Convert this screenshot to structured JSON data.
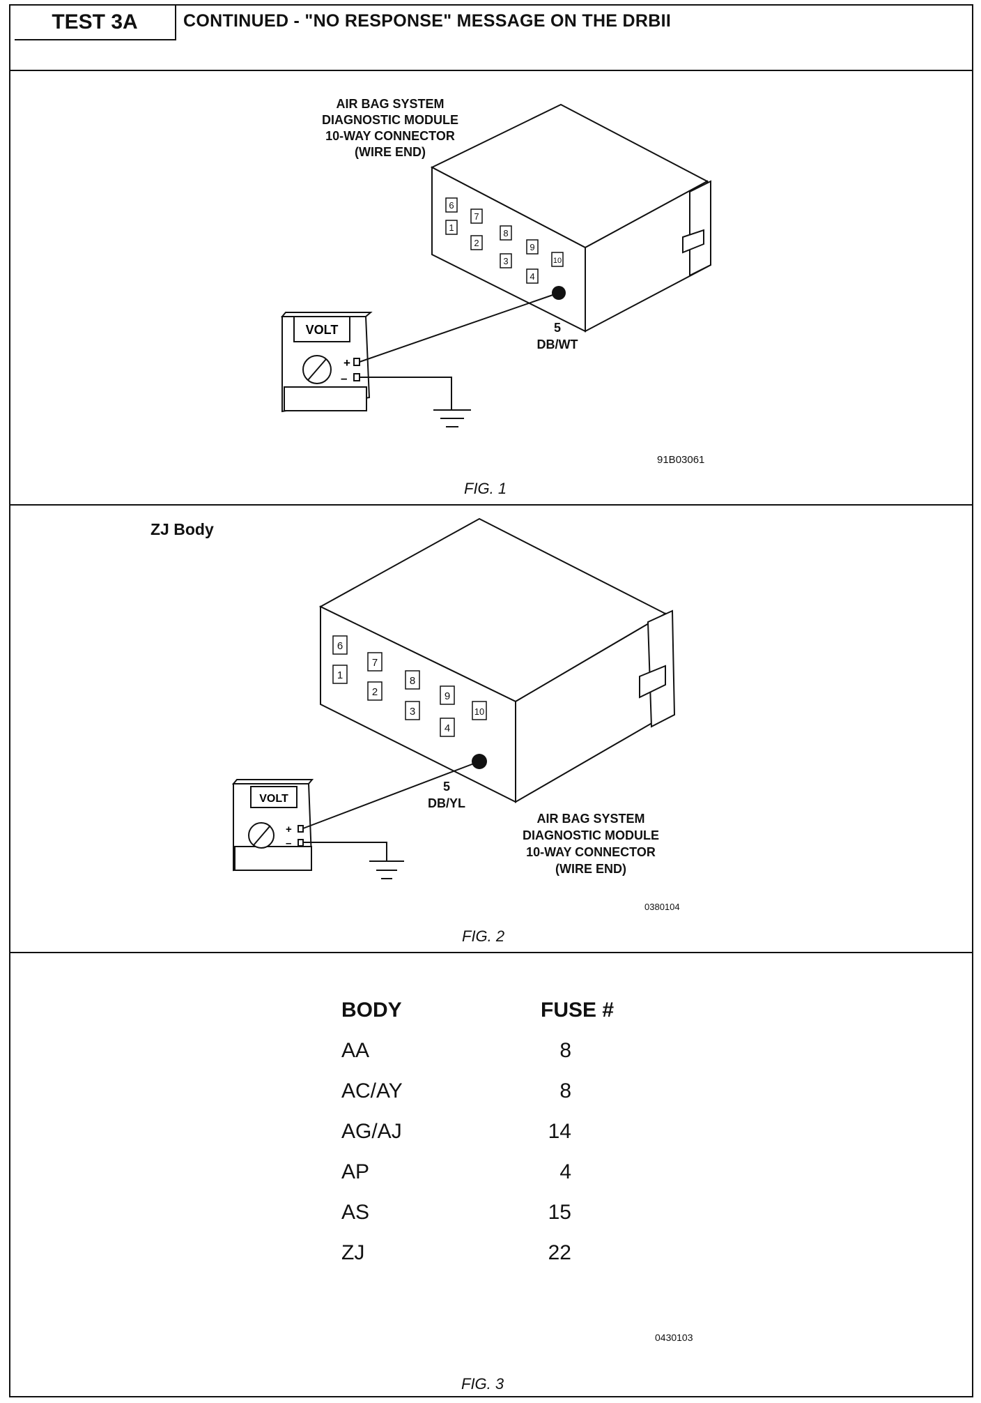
{
  "header": {
    "test_label": "TEST 3A",
    "title": "CONTINUED - \"NO RESPONSE\" MESSAGE ON THE DRBII"
  },
  "fig1": {
    "connector_label": [
      "AIR BAG SYSTEM",
      "DIAGNOSTIC MODULE",
      "10-WAY CONNECTOR",
      "(WIRE END)"
    ],
    "meter_label": "VOLT",
    "pin_labels": [
      "6",
      "7",
      "8",
      "9",
      "10",
      "1",
      "2",
      "3",
      "4"
    ],
    "probe_pin": "5",
    "wire_color": "DB/WT",
    "plus": "+",
    "minus": "–",
    "drawing_code": "91B03061",
    "caption": "FIG. 1"
  },
  "fig2": {
    "body_title": "ZJ Body",
    "connector_label": [
      "AIR BAG SYSTEM",
      "DIAGNOSTIC MODULE",
      "10-WAY CONNECTOR",
      "(WIRE END)"
    ],
    "meter_label": "VOLT",
    "pin_labels": [
      "6",
      "7",
      "8",
      "9",
      "10",
      "1",
      "2",
      "3",
      "4"
    ],
    "probe_pin": "5",
    "wire_color": "DB/YL",
    "plus": "+",
    "minus": "–",
    "drawing_code": "0380104",
    "caption": "FIG. 2"
  },
  "fig3": {
    "col_body": "BODY",
    "col_fuse": "FUSE #",
    "rows": [
      {
        "body": "AA",
        "fuse": "8"
      },
      {
        "body": "AC/AY",
        "fuse": "8"
      },
      {
        "body": "AG/AJ",
        "fuse": "14"
      },
      {
        "body": "AP",
        "fuse": "4"
      },
      {
        "body": "AS",
        "fuse": "15"
      },
      {
        "body": "ZJ",
        "fuse": "22"
      }
    ],
    "drawing_code": "0430103",
    "caption": "FIG. 3"
  }
}
